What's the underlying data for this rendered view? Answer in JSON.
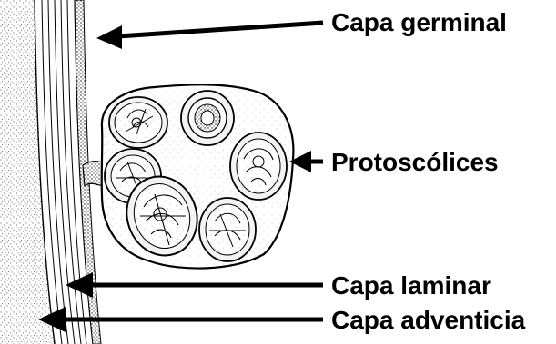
{
  "labels": {
    "germinal": "Capa germinal",
    "protoscolices": "Protoscólices",
    "laminar": "Capa laminar",
    "adventicia": "Capa adventicia"
  },
  "colors": {
    "ink": "#000000",
    "background": "#ffffff"
  }
}
